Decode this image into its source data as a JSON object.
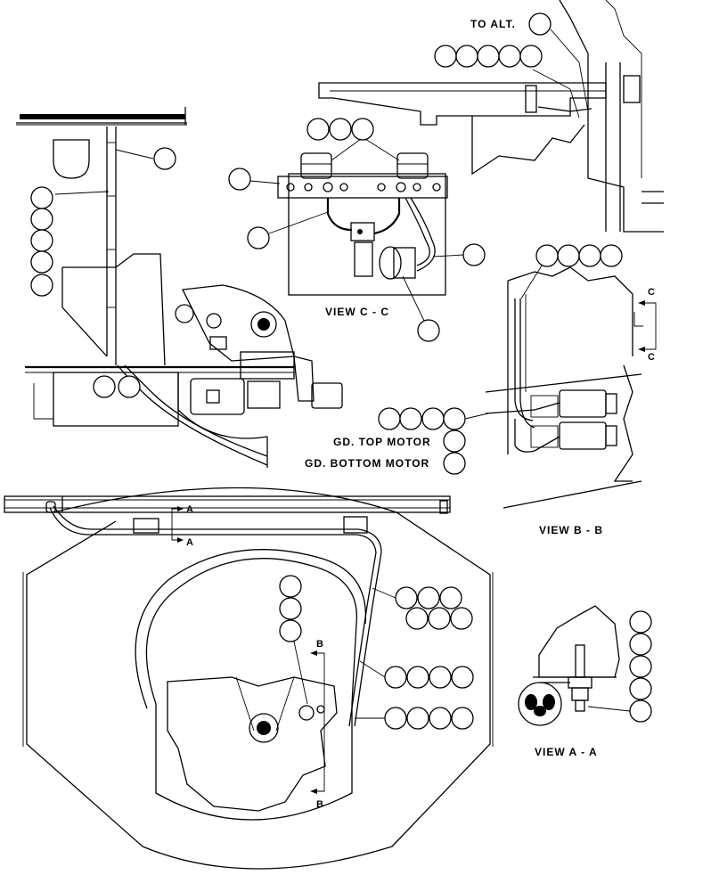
{
  "labels": {
    "to_alt": "TO ALT.",
    "view_cc": "VIEW C - C",
    "view_bb": "VIEW B - B",
    "view_aa": "VIEW A - A",
    "gd_top_motor": "GD. TOP MOTOR",
    "gd_bottom_motor": "GD. BOTTOM MOTOR",
    "section_a": "A",
    "section_b": "B",
    "section_c": "C"
  }
}
